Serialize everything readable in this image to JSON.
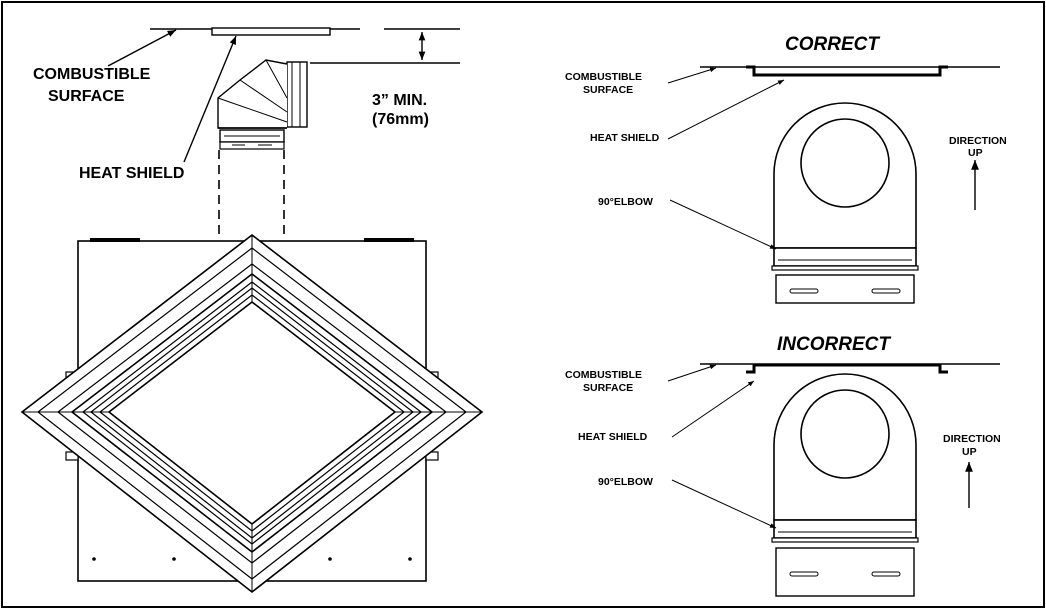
{
  "left_view": {
    "combustible_surface": [
      "COMBUSTIBLE",
      "SURFACE"
    ],
    "heat_shield": "HEAT SHIELD",
    "clearance": [
      "3” MIN.",
      "(76mm)"
    ]
  },
  "correct_panel": {
    "title": "CORRECT",
    "combustible_surface": [
      "COMBUSTIBLE",
      "SURFACE"
    ],
    "heat_shield": "HEAT SHIELD",
    "elbow": "90°ELBOW",
    "direction": [
      "DIRECTION",
      "UP"
    ]
  },
  "incorrect_panel": {
    "title": "INCORRECT",
    "combustible_surface": [
      "COMBUSTIBLE",
      "SURFACE"
    ],
    "heat_shield": "HEAT SHIELD",
    "elbow": "90°ELBOW",
    "direction": [
      "DIRECTION",
      "UP"
    ]
  },
  "icons": [
    "arrowhead-icon",
    "up-arrow-icon",
    "dimension-arrow-icon"
  ]
}
